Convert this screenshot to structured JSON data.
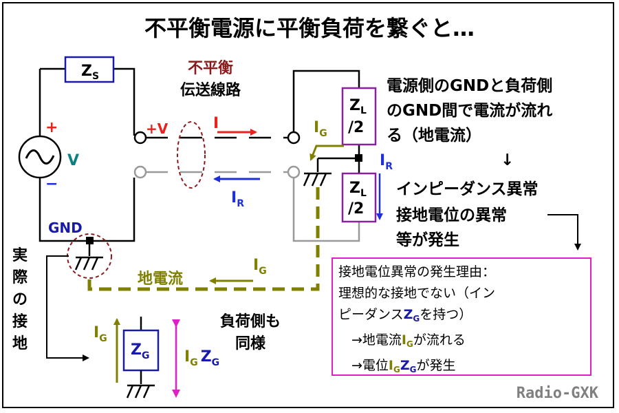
{
  "title": "不平衡電源に平衡負荷を繋ぐと…",
  "source": {
    "zs": "Z",
    "zs_sub": "S",
    "v_label": "V",
    "plus": "+",
    "minus": "−",
    "gnd": "GND",
    "plus_v": "+V"
  },
  "line": {
    "label_top": "不平衡",
    "label_bottom": "伝送線路",
    "i_label": "I",
    "ir_label": "I",
    "ir_sub": "R"
  },
  "load": {
    "zl_top": "Z",
    "zl_sub": "L",
    "zl_half": "/2",
    "ig": "I",
    "ig_sub": "G",
    "ir": "I",
    "ir_sub": "R"
  },
  "ground_current": {
    "label": "地電流",
    "ig": "I",
    "ig_sub": "G"
  },
  "real_ground": {
    "label": "実際の接地"
  },
  "explain": {
    "line1": "電源側のGNDと負荷側",
    "line2": "のGND間で電流が流れ",
    "line3": "る（地電流）",
    "arrow": "↓",
    "line4": "インピーダンス異常",
    "line5": "接地電位の異常",
    "line6": "等が発生"
  },
  "note": {
    "line1": "接地電位異常の発生理由：",
    "line2": "理想的な接地でない（イン",
    "line3a": "ピーダンス",
    "line3z": "Z",
    "line3zs": "G",
    "line3b": "を持つ）",
    "line4a": "　→地電流",
    "line4i": "I",
    "line4is": "G",
    "line4b": "が流れる",
    "line5a": "　→電位",
    "line5i": "I",
    "line5is": "G",
    "line5z": "Z",
    "line5zs": "G",
    "line5b": "が発生"
  },
  "ground_model": {
    "ig": "I",
    "ig_sub": "G",
    "zg": "Z",
    "zg_sub": "G",
    "v_i": "I",
    "v_i_sub": "G",
    "v_z": "Z",
    "v_z_sub": "G",
    "same_line1": "負荷側も",
    "same_line2": "同様"
  },
  "watermark": "Radio-GXK",
  "colors": {
    "red": "#e8231f",
    "blue": "#1f2fd8",
    "olive": "#7f7f00",
    "teal": "#0f8080",
    "maroon": "#8b1a1a",
    "navy": "#1a1aaa",
    "purple": "#8a1fa0",
    "magenta": "#e01ec8",
    "gray": "#999999"
  }
}
